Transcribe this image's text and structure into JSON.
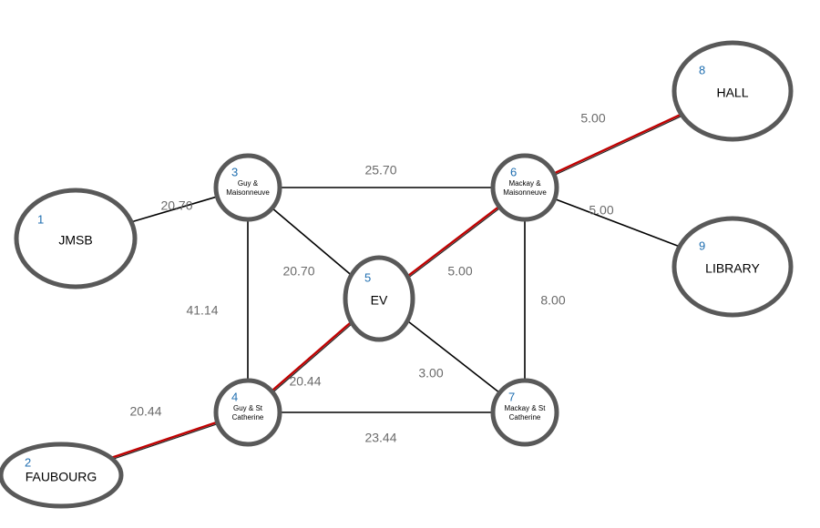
{
  "colors": {
    "node_stroke": "#595959",
    "node_number": "#1f6eb0",
    "edge": "#000000",
    "highlight": "#c00000",
    "weight_text": "#6b6b6b"
  },
  "nodes": [
    {
      "id": "1",
      "lines": [
        "JMSB"
      ]
    },
    {
      "id": "2",
      "lines": [
        "FAUBOURG"
      ]
    },
    {
      "id": "3",
      "lines": [
        "Guy &",
        "Maisonneuve"
      ]
    },
    {
      "id": "4",
      "lines": [
        "Guy & St",
        "Catherine"
      ]
    },
    {
      "id": "5",
      "lines": [
        "EV"
      ]
    },
    {
      "id": "6",
      "lines": [
        "Mackay &",
        "Maisonneuve"
      ]
    },
    {
      "id": "7",
      "lines": [
        "Mackay & St",
        "Catherine"
      ]
    },
    {
      "id": "8",
      "lines": [
        "HALL"
      ]
    },
    {
      "id": "9",
      "lines": [
        "LIBRARY"
      ]
    }
  ],
  "edges": [
    {
      "from": "1",
      "to": "3",
      "weight": "20.70",
      "highlight": false
    },
    {
      "from": "3",
      "to": "6",
      "weight": "25.70",
      "highlight": false
    },
    {
      "from": "3",
      "to": "5",
      "weight": "20.70",
      "highlight": false
    },
    {
      "from": "3",
      "to": "4",
      "weight": "41.14",
      "highlight": false
    },
    {
      "from": "4",
      "to": "5",
      "weight": "20.44",
      "highlight": true
    },
    {
      "from": "2",
      "to": "4",
      "weight": "20.44",
      "highlight": true
    },
    {
      "from": "4",
      "to": "7",
      "weight": "23.44",
      "highlight": false
    },
    {
      "from": "5",
      "to": "6",
      "weight": "5.00",
      "highlight": true
    },
    {
      "from": "5",
      "to": "7",
      "weight": "3.00",
      "highlight": false
    },
    {
      "from": "6",
      "to": "7",
      "weight": "8.00",
      "highlight": false
    },
    {
      "from": "6",
      "to": "8",
      "weight": "5.00",
      "highlight": true
    },
    {
      "from": "6",
      "to": "9",
      "weight": "5.00",
      "highlight": false
    }
  ]
}
